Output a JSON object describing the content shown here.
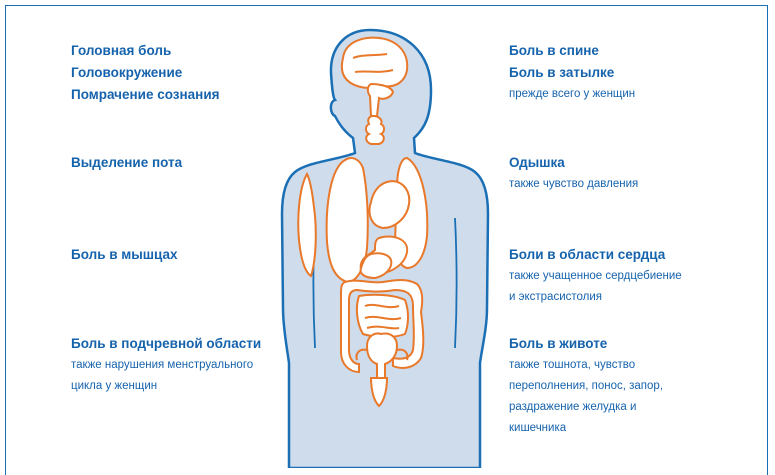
{
  "colors": {
    "text": "#1663ad",
    "border": "#1a6fb5",
    "body_fill": "#cfdcec",
    "body_outline": "#1a6fb5",
    "organ_outline": "#e8782a",
    "organ_fill": "#ffffff"
  },
  "left_labels": [
    {
      "lines": [
        "Головная боль",
        "Головокружение",
        "Помрачение сознания"
      ],
      "sub": []
    },
    {
      "lines": [
        "Выделение пота"
      ],
      "sub": []
    },
    {
      "lines": [
        "Боль в мышцах"
      ],
      "sub": []
    },
    {
      "lines": [
        "Боль в подчревной области"
      ],
      "sub": [
        "также нарушения менструального",
        "цикла у женщин"
      ]
    }
  ],
  "right_labels": [
    {
      "lines": [
        "Боль в спине",
        "Боль в затылке"
      ],
      "sub": [
        "прежде всего у женщин"
      ]
    },
    {
      "lines": [
        "Одышка"
      ],
      "sub": [
        "также чувство давления"
      ]
    },
    {
      "lines": [
        "Боли в области сердца"
      ],
      "sub": [
        "также учащенное сердцебиение",
        "и экстрасистолия"
      ]
    },
    {
      "lines": [
        "Боль в животе"
      ],
      "sub": [
        "также тошнота, чувство",
        "переполнения, понос, запор,",
        "раздражение желудка и",
        "кишечника"
      ]
    }
  ]
}
